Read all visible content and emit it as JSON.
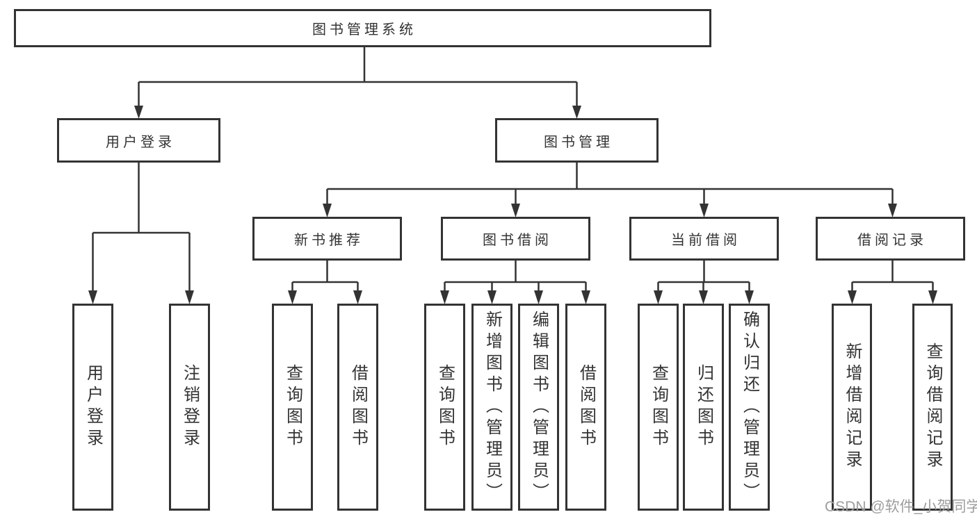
{
  "colors": {
    "line": "#333333",
    "box_border": "#333333",
    "text": "#333333",
    "watermark": "#9d9d9d",
    "background": "#ffffff"
  },
  "tree": {
    "root": {
      "label": "图书管理系统"
    },
    "level2": [
      {
        "label": "用户登录"
      },
      {
        "label": "图书管理"
      }
    ],
    "level3": [
      {
        "label": "新书推荐"
      },
      {
        "label": "图书借阅"
      },
      {
        "label": "当前借阅"
      },
      {
        "label": "借阅记录"
      }
    ],
    "leaves": {
      "user_login": [
        "用户登录",
        "注销登录"
      ],
      "new_book": [
        "查询图书",
        "借阅图书"
      ],
      "book_borrow": [
        "查询图书",
        "新增图书（管理员）",
        "编辑图书（管理员）",
        "借阅图书"
      ],
      "current_borrow": [
        "查询图书",
        "归还图书",
        "确认归还（管理员）"
      ],
      "borrow_record": [
        "新增借阅记录",
        "查询借阅记录"
      ]
    }
  },
  "watermark": {
    "text": "CSDN @软件_小贺同学"
  }
}
